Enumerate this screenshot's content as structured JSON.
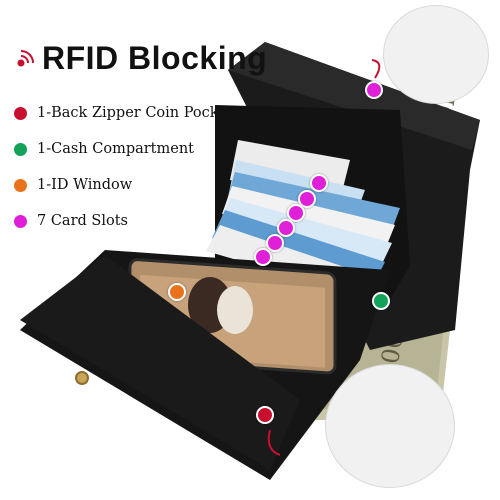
{
  "title": {
    "text": "RFID Blocking",
    "icon": "rfid-signal-icon"
  },
  "features": [
    {
      "label": "1-Back Zipper Coin Pocket",
      "color": "#c8102e"
    },
    {
      "label": "1-Cash Compartment",
      "color": "#12a25a"
    },
    {
      "label": "1-ID Window",
      "color": "#e8731a"
    },
    {
      "label": "7 Card Slots",
      "color": "#e020d8"
    }
  ],
  "image": {
    "subject": "black trifold wallet"
  }
}
